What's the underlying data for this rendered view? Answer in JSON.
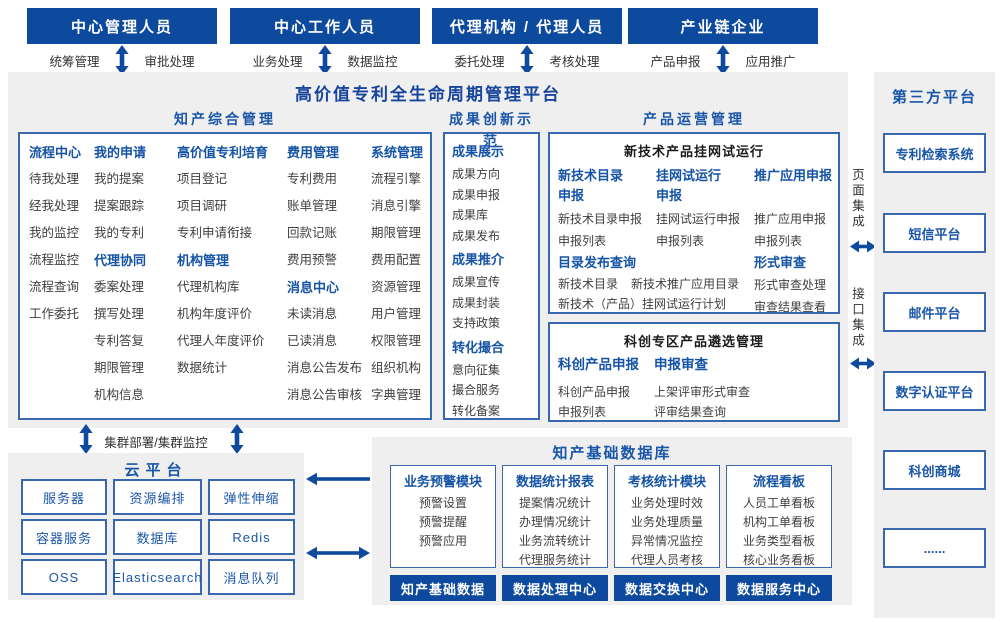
{
  "colors": {
    "primary": "#0d4a9e",
    "section_title": "#1a56a8",
    "group_header": "#1553a5",
    "item_text": "#3f3f3f",
    "panel_bg": "#efefef",
    "box_border": "#3a68b0"
  },
  "actors": [
    {
      "title": "中心管理人员",
      "left_label": "统筹管理",
      "right_label": "审批处理"
    },
    {
      "title": "中心工作人员",
      "left_label": "业务处理",
      "right_label": "数据监控"
    },
    {
      "title": "代理机构 / 代理人员",
      "left_label": "委托处理",
      "right_label": "考核处理"
    },
    {
      "title": "产业链企业",
      "left_label": "产品申报",
      "right_label": "应用推广"
    }
  ],
  "platform": {
    "title": "高价值专利全生命周期管理平台"
  },
  "ip_management": {
    "title": "知产综合管理",
    "columns": [
      {
        "groups": [
          {
            "header": "流程中心",
            "items": [
              "待我处理",
              "经我处理",
              "我的监控",
              "流程监控",
              "流程查询",
              "工作委托"
            ]
          }
        ]
      },
      {
        "groups": [
          {
            "header": "我的申请",
            "items": [
              "我的提案",
              "提案跟踪",
              "我的专利"
            ]
          },
          {
            "header": "代理协同",
            "items": [
              "委案处理",
              "撰写处理",
              "专利答复",
              "期限管理",
              "机构信息"
            ]
          }
        ]
      },
      {
        "groups": [
          {
            "header": "高价值专利培育",
            "items": [
              "项目登记",
              "项目调研",
              "专利申请衔接"
            ]
          },
          {
            "header": "机构管理",
            "items": [
              "代理机构库",
              "机构年度评价",
              "代理人年度评价",
              "数据统计"
            ]
          }
        ]
      },
      {
        "groups": [
          {
            "header": "费用管理",
            "items": [
              "专利费用",
              "账单管理",
              "回款记账",
              "费用预警"
            ]
          },
          {
            "header": "消息中心",
            "items": [
              "未读消息",
              "已读消息",
              "消息公告发布",
              "消息公告审核"
            ]
          }
        ]
      },
      {
        "groups": [
          {
            "header": "系统管理",
            "items": [
              "流程引擎",
              "消息引擎",
              "期限管理",
              "费用配置",
              "资源管理",
              "用户管理",
              "权限管理",
              "组织机构",
              "字典管理"
            ]
          }
        ]
      }
    ]
  },
  "achievement": {
    "title": "成果创新示范",
    "groups": [
      {
        "header": "成果展示",
        "items": [
          "成果方向",
          "成果申报",
          "成果库",
          "成果发布"
        ]
      },
      {
        "header": "成果推介",
        "items": [
          "成果宣传",
          "成果封装",
          "支持政策"
        ]
      },
      {
        "header": "转化撮合",
        "items": [
          "意向征集",
          "撮合服务",
          "转化备案"
        ]
      }
    ]
  },
  "product_ops": {
    "title": "产品运营管理",
    "trial": {
      "title": "新技术产品挂网试运行",
      "columns": [
        {
          "header": "新技术目录申报",
          "items": [
            "新技术目录申报",
            "申报列表"
          ]
        },
        {
          "header": "挂网试运行申报",
          "items": [
            "挂网试运行申报",
            "申报列表"
          ]
        },
        {
          "header": "推广应用申报",
          "items": [
            "推广应用申报",
            "申报列表"
          ]
        }
      ],
      "catalog": {
        "header": "目录发布查询",
        "row1": [
          "新技术目录",
          "新技术推广应用目录"
        ],
        "row2": "新技术（产品）挂网试运行计划"
      },
      "review": {
        "header": "形式审查",
        "items": [
          "形式审查处理",
          "审查结果查看"
        ]
      }
    },
    "selection": {
      "title": "科创专区产品遴选管理",
      "columns": [
        {
          "header": "科创产品申报",
          "items": [
            "科创产品申报",
            "申报列表"
          ]
        },
        {
          "header": "申报审查",
          "items": [
            "上架评审形式审查",
            "评审结果查询"
          ]
        }
      ]
    }
  },
  "cluster_label": "集群部署/集群监控",
  "cloud": {
    "title": "云平台",
    "services": [
      "服务器",
      "资源编排",
      "弹性伸缩",
      "容器服务",
      "数据库",
      "Redis",
      "OSS",
      "Elasticsearch",
      "消息队列"
    ]
  },
  "database": {
    "title": "知产基础数据库",
    "modules": [
      {
        "header": "业务预警模块",
        "items": [
          "预警设置",
          "预警提醒",
          "预警应用"
        ]
      },
      {
        "header": "数据统计报表",
        "items": [
          "提案情况统计",
          "办理情况统计",
          "业务流转统计",
          "代理服务统计"
        ]
      },
      {
        "header": "考核统计模块",
        "items": [
          "业务处理时效",
          "业务处理质量",
          "异常情况监控",
          "代理人员考核"
        ]
      },
      {
        "header": "流程看板",
        "items": [
          "人员工单看板",
          "机构工单看板",
          "业务类型看板",
          "核心业务看板"
        ]
      }
    ],
    "centers": [
      "知产基础数据",
      "数据处理中心",
      "数据交换中心",
      "数据服务中心"
    ]
  },
  "third_party": {
    "title": "第三方平台",
    "systems": [
      "专利检索系统",
      "短信平台",
      "邮件平台",
      "数字认证平台",
      "科创商城",
      "......"
    ]
  },
  "integration": {
    "page": "页面集成",
    "api": "接口集成"
  }
}
